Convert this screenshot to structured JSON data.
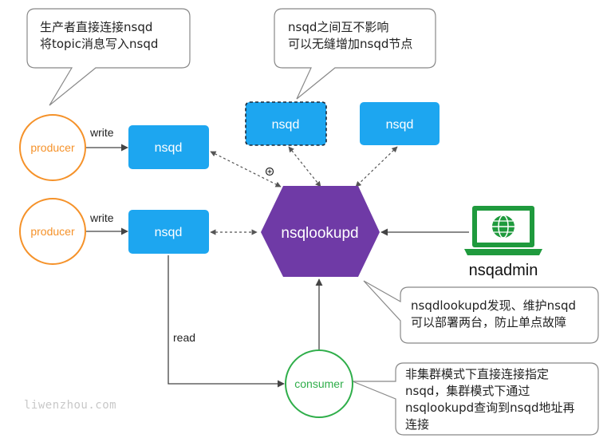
{
  "callouts": {
    "producer_note": [
      "生产者直接连接nsqd",
      "将topic消息写入nsqd"
    ],
    "nsqd_note": [
      "nsqd之间互不影响",
      "可以无缝增加nsqd节点"
    ],
    "lookupd_note": [
      "nsqdlookupd发现、维护nsqd",
      "可以部署两台，防止单点故障"
    ],
    "consumer_note": [
      "非集群模式下直接连接指定",
      "nsqd，集群模式下通过",
      "nsqlookupd查询到nsqd地址再",
      "连接"
    ]
  },
  "nodes": {
    "producer_1": "producer",
    "producer_2": "producer",
    "nsqd_1": "nsqd",
    "nsqd_2": "nsqd",
    "nsqd_top_dashed": "nsqd",
    "nsqd_top_right": "nsqd",
    "nsqlookupd": "nsqlookupd",
    "nsqadmin": "nsqadmin",
    "consumer": "consumer"
  },
  "edges": {
    "write_1": "write",
    "write_2": "write",
    "read": "read"
  },
  "watermark": "liwenzhou.com",
  "icons": {
    "nsqadmin": "laptop-globe-icon"
  },
  "colors": {
    "producer": "#f5922a",
    "consumer": "#2fae4a",
    "nsqd": "#1da6f0",
    "nsqlookupd": "#6f3aa6",
    "nsqadmin": "#1f9a3d"
  }
}
